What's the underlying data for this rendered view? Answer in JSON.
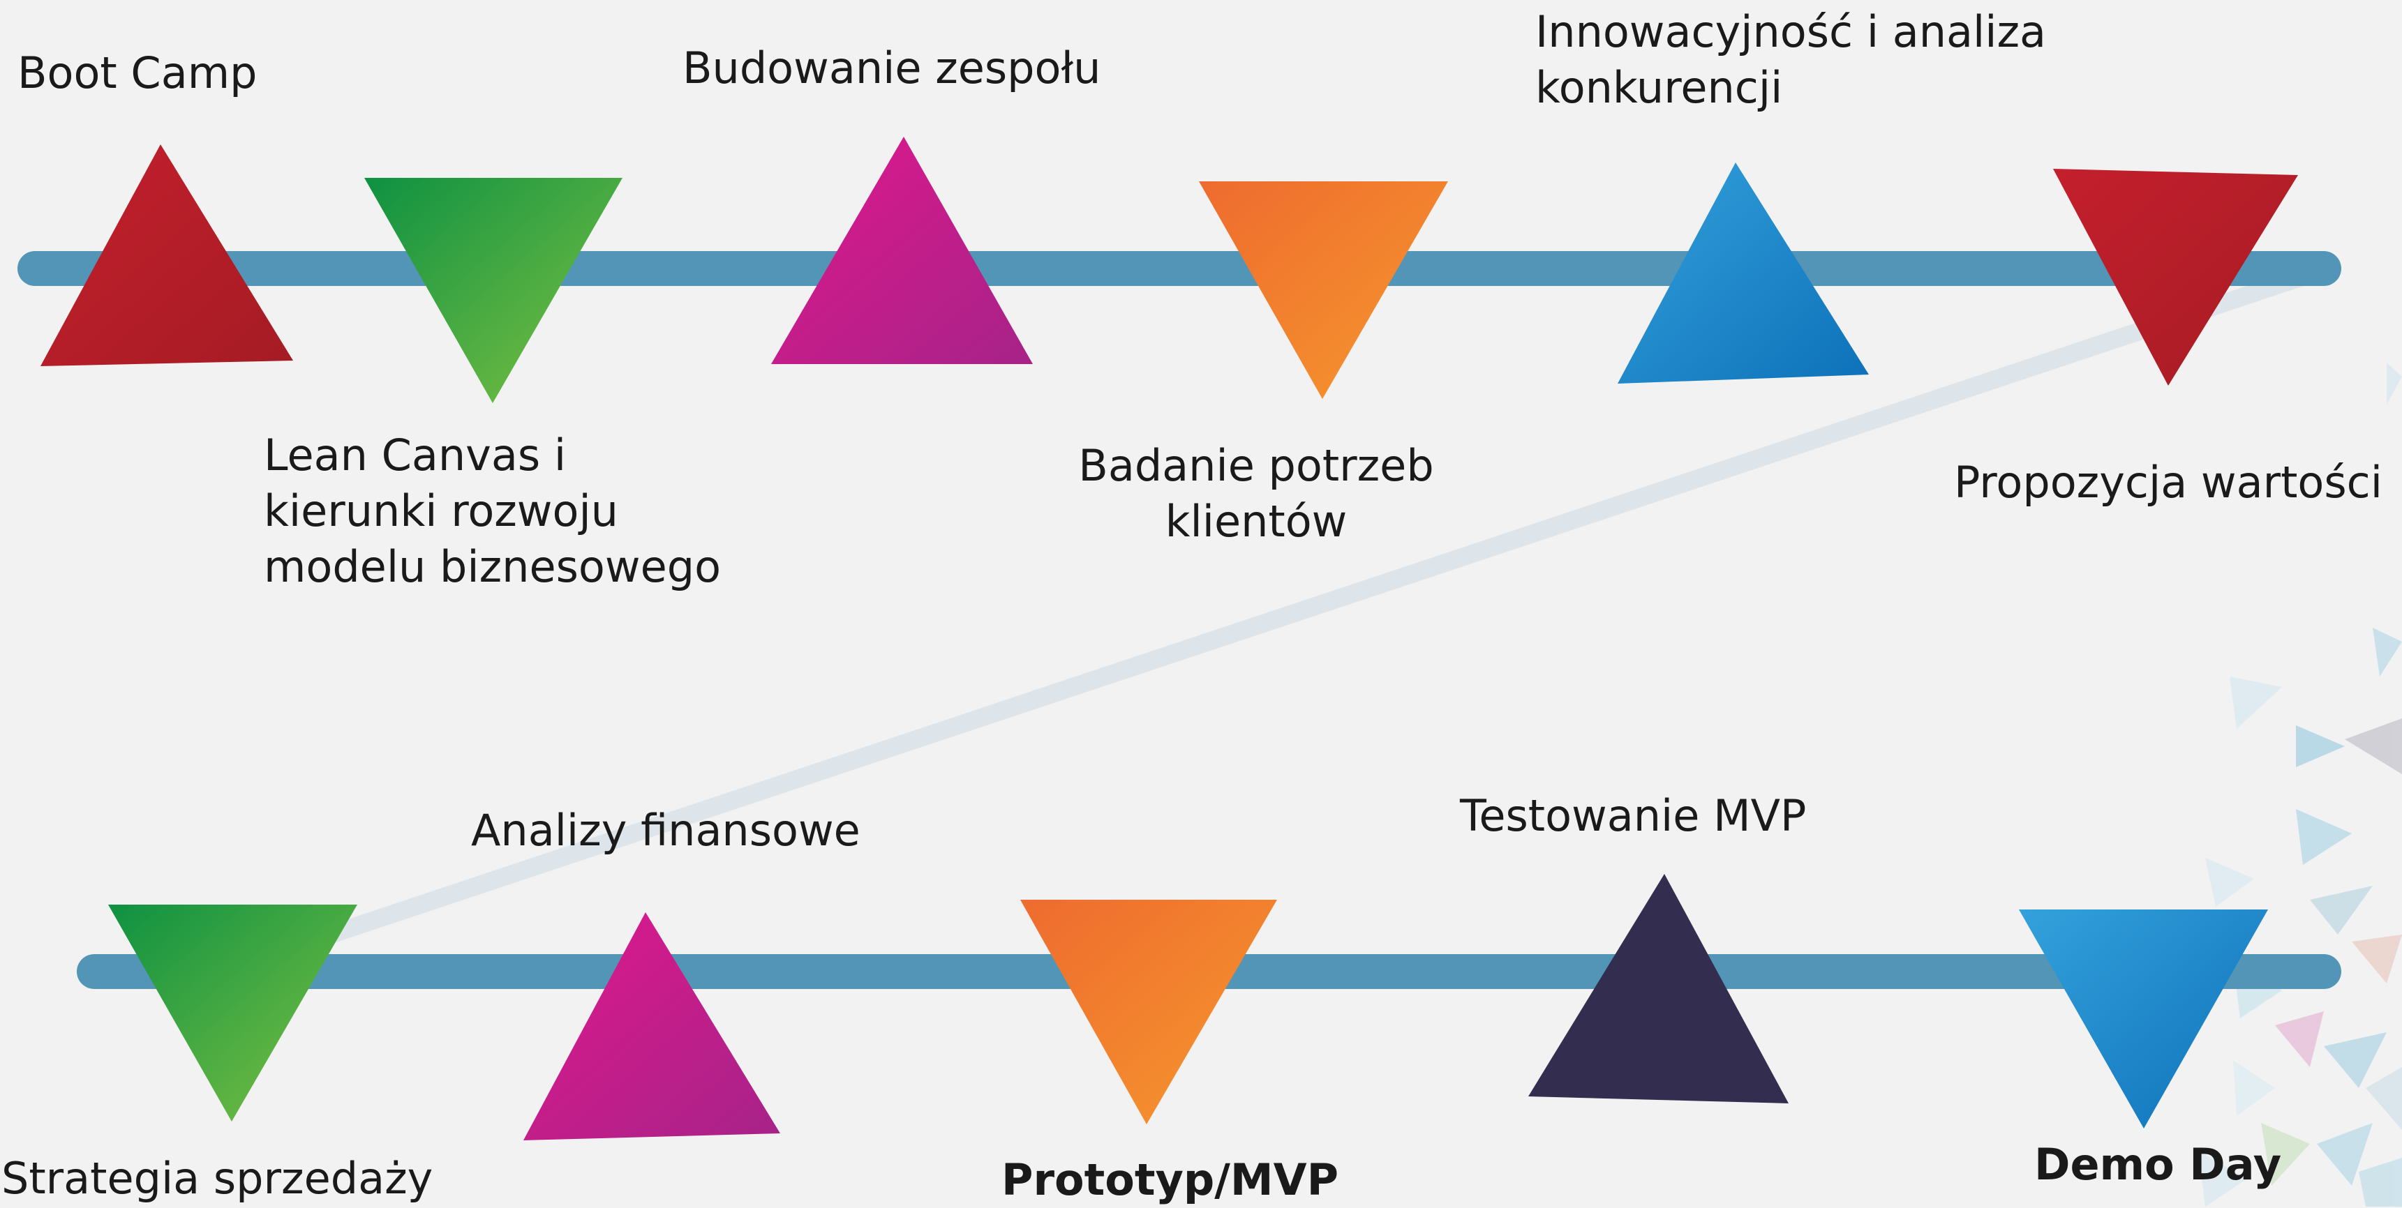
{
  "colors": {
    "background": "#f2f2f2",
    "track": "#5295b6",
    "connector": "#dde5ea",
    "red": [
      "#c41f2c",
      "#a51c24"
    ],
    "green": [
      "#0e9142",
      "#7fc241"
    ],
    "magenta": [
      "#e0188d",
      "#a62388"
    ],
    "orange": [
      "#ee6b2f",
      "#f6982d"
    ],
    "blue": [
      "#34a1dc",
      "#0d71b9"
    ],
    "navy": [
      "#332e4f",
      "#332e4f"
    ]
  },
  "steps": [
    {
      "label": "Boot Camp",
      "color": "red",
      "direction": "up",
      "emphasis": false
    },
    {
      "label": "Lean Canvas  i\nkierunki rozwoju\nmodelu biznesowego",
      "color": "green",
      "direction": "down",
      "emphasis": false
    },
    {
      "label": "Budowanie zespołu",
      "color": "magenta",
      "direction": "up",
      "emphasis": false
    },
    {
      "label": "Badanie potrzeb\nklientów",
      "color": "orange",
      "direction": "down",
      "emphasis": false
    },
    {
      "label": "Innowacyjność  i analiza\nkonkurencji",
      "color": "blue",
      "direction": "up",
      "emphasis": false
    },
    {
      "label": "Propozycja wartości",
      "color": "red",
      "direction": "down",
      "emphasis": false
    },
    {
      "label": "Strategia sprzedaży",
      "color": "green",
      "direction": "down",
      "emphasis": false
    },
    {
      "label": "Analizy finansowe",
      "color": "magenta",
      "direction": "up",
      "emphasis": false
    },
    {
      "label": "Prototyp/MVP",
      "color": "orange",
      "direction": "down",
      "emphasis": true
    },
    {
      "label": "Testowanie MVP",
      "color": "navy",
      "direction": "up",
      "emphasis": false
    },
    {
      "label": "Demo Day",
      "color": "blue",
      "direction": "down",
      "emphasis": true
    }
  ]
}
